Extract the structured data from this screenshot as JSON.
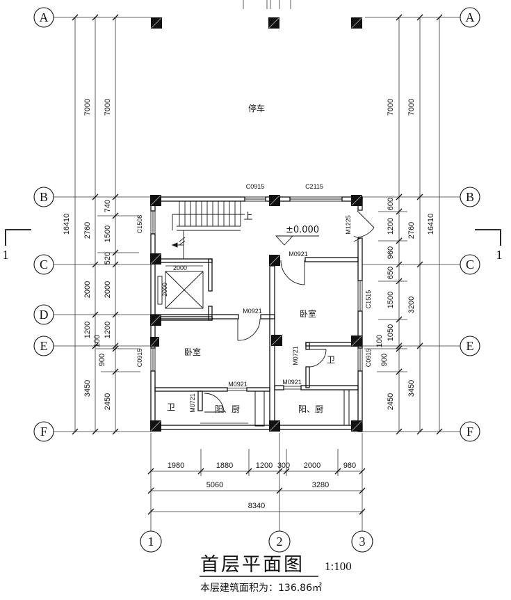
{
  "drawing_title": {
    "text": "首层平面图",
    "scale": "1:100",
    "area_note": "本层建筑面积为：136.86㎡"
  },
  "grid": {
    "row_labels": [
      "A",
      "B",
      "C",
      "D",
      "E",
      "F"
    ],
    "col_labels": [
      "1",
      "2",
      "3"
    ],
    "section_mark": "1"
  },
  "rooms": {
    "parking": "停车",
    "bedroom_left": "卧室",
    "bedroom_right": "卧室",
    "bath_left": "卫",
    "bath_right": "卫",
    "balcony_kitchen_left": "阳、厨",
    "balcony_kitchen_right": "阳、厨",
    "stair_up": "上",
    "level_mark": "±0.000"
  },
  "elevator": {
    "width": "2000",
    "depth": "2000"
  },
  "openings": {
    "top_window_left": "C0915",
    "top_window_right": "C2115",
    "left_window_upper": "C1508",
    "left_window_lower": "C0915",
    "right_entry_door": "M1225",
    "right_window_mid": "C1515",
    "right_window_lower": "C0915",
    "hall_door": "M0921",
    "bedroom_left_door": "M0921",
    "balcony_left_door": "M0921",
    "balcony_right_door": "M0921",
    "bath_left_door": "M0721",
    "bath_right_door": "M0721"
  },
  "dimensions": {
    "left": {
      "overall": "16410",
      "major": [
        "7000",
        "2760",
        "2000",
        "1200",
        "3450"
      ],
      "minor": [
        "7000",
        "740",
        "1500",
        "520",
        "2000",
        "1200",
        "100",
        "900",
        "2450"
      ]
    },
    "right": {
      "overall": "16410",
      "major": [
        "7000",
        "2760",
        "3200",
        "3450"
      ],
      "minor": [
        "7000",
        "600",
        "1200",
        "960",
        "650",
        "1500",
        "1050",
        "100",
        "900",
        "2450"
      ]
    },
    "bottom": {
      "overall": "8340",
      "major": [
        "5060",
        "3280"
      ],
      "minor": [
        "1980",
        "1880",
        "1200",
        "300",
        "2000",
        "980"
      ]
    }
  }
}
